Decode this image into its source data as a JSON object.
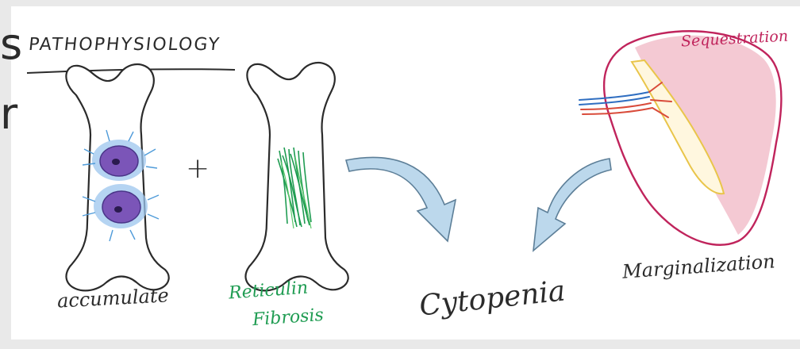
{
  "slide": {
    "title": "PATHOPHYSIOLOGY",
    "edge_glyphs": [
      "s",
      "r"
    ],
    "plus_sign": "+"
  },
  "labels": {
    "accumulate": "accumulate",
    "reticulin_line1": "Reticulin",
    "reticulin_line2": "Fibrosis",
    "cytopenia": "Cytopenia",
    "marginalization": "Marginalization",
    "sequestration": "Sequestration"
  },
  "colors": {
    "background": "#e9e9e9",
    "ink": "#2b2b2b",
    "fibrosis_green": "#1f9c52",
    "cell_purple": "#7b55b8",
    "cell_blue_halo": "#9cc5ee",
    "arrow_blue": "#bcd8ec",
    "spleen_pink": "#f4c9d3",
    "spleen_outline": "#c0245c",
    "vessel_red": "#d94b3a",
    "vessel_blue": "#2f6ec1",
    "capsule_yellow": "#e9c54a"
  },
  "icons": {
    "bone_left": "bone-with-cells-icon",
    "bone_right": "bone-with-fibrosis-icon",
    "spleen": "spleen-icon",
    "arrow_left": "curved-arrow-icon",
    "arrow_right": "curved-arrow-icon"
  }
}
